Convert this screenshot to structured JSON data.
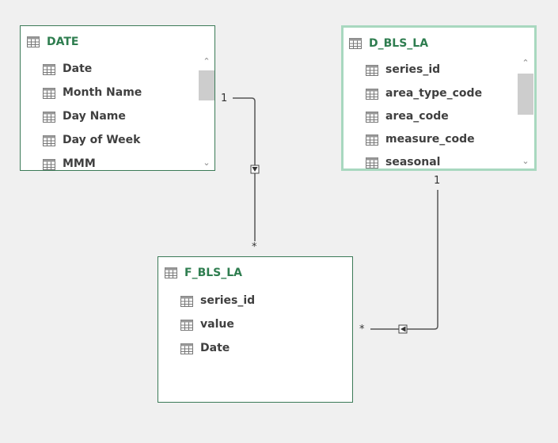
{
  "tables": {
    "date": {
      "title": "DATE",
      "fields": [
        "Date",
        "Month Name",
        "Day Name",
        "Day of Week",
        "MMM"
      ]
    },
    "d_bls_la": {
      "title": "D_BLS_LA",
      "fields": [
        "series_id",
        "area_type_code",
        "area_code",
        "measure_code",
        "seasonal"
      ]
    },
    "f_bls_la": {
      "title": "F_BLS_LA",
      "fields": [
        "series_id",
        "value",
        "Date"
      ]
    }
  },
  "relationships": {
    "date_to_fact": {
      "from_cardinality": "1",
      "to_cardinality": "*"
    },
    "dim_to_fact": {
      "from_cardinality": "1",
      "to_cardinality": "*"
    }
  },
  "colors": {
    "title": "#2e7d4f",
    "border": "#3b7a57",
    "selected_border": "#a8d8bf",
    "line": "#555555"
  }
}
